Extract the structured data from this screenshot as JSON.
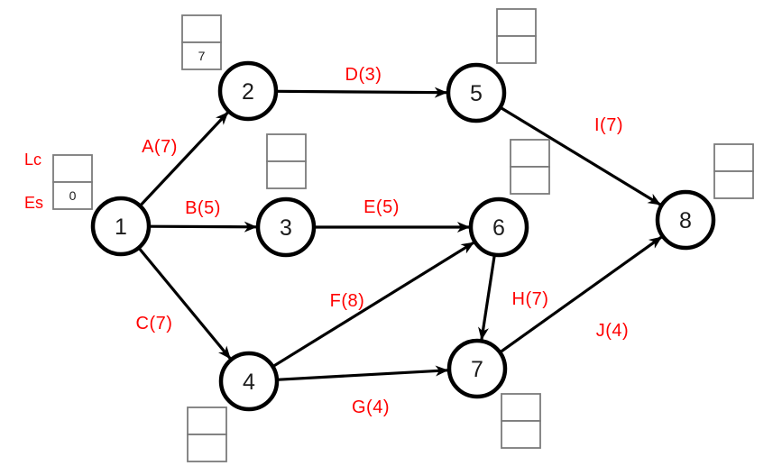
{
  "diagram": {
    "type": "activity-on-arrow-network",
    "colors": {
      "edge_label": "#ff0000",
      "legend": "#ff0000",
      "line": "#000000",
      "node_stroke": "#000000",
      "box_border": "#7b7b7b"
    },
    "legend": {
      "top": "Lc",
      "bottom": "Es"
    },
    "nodes": [
      {
        "id": "1",
        "label": "1"
      },
      {
        "id": "2",
        "label": "2"
      },
      {
        "id": "3",
        "label": "3"
      },
      {
        "id": "4",
        "label": "4"
      },
      {
        "id": "5",
        "label": "5"
      },
      {
        "id": "6",
        "label": "6"
      },
      {
        "id": "7",
        "label": "7"
      },
      {
        "id": "8",
        "label": "8"
      }
    ],
    "edges": [
      {
        "label": "A(7)",
        "activity": "A",
        "duration": 7,
        "from": "1",
        "to": "2"
      },
      {
        "label": "B(5)",
        "activity": "B",
        "duration": 5,
        "from": "1",
        "to": "3"
      },
      {
        "label": "C(7)",
        "activity": "C",
        "duration": 7,
        "from": "1",
        "to": "4"
      },
      {
        "label": "D(3)",
        "activity": "D",
        "duration": 3,
        "from": "2",
        "to": "5"
      },
      {
        "label": "E(5)",
        "activity": "E",
        "duration": 5,
        "from": "3",
        "to": "6"
      },
      {
        "label": "F(8)",
        "activity": "F",
        "duration": 8,
        "from": "4",
        "to": "6"
      },
      {
        "label": "G(4)",
        "activity": "G",
        "duration": 4,
        "from": "4",
        "to": "7"
      },
      {
        "label": "H(7)",
        "activity": "H",
        "duration": 7,
        "from": "6",
        "to": "7"
      },
      {
        "label": "I(7)",
        "activity": "I",
        "duration": 7,
        "from": "5",
        "to": "8"
      },
      {
        "label": "J(4)",
        "activity": "J",
        "duration": 4,
        "from": "7",
        "to": "8"
      }
    ],
    "boxes": [
      {
        "node": "1",
        "lc": "",
        "es": "0"
      },
      {
        "node": "2",
        "lc": "",
        "es": "7"
      },
      {
        "node": "3",
        "lc": "",
        "es": ""
      },
      {
        "node": "4",
        "lc": "",
        "es": ""
      },
      {
        "node": "5",
        "lc": "",
        "es": ""
      },
      {
        "node": "6",
        "lc": "",
        "es": ""
      },
      {
        "node": "7",
        "lc": "",
        "es": ""
      },
      {
        "node": "8",
        "lc": "",
        "es": ""
      }
    ]
  }
}
